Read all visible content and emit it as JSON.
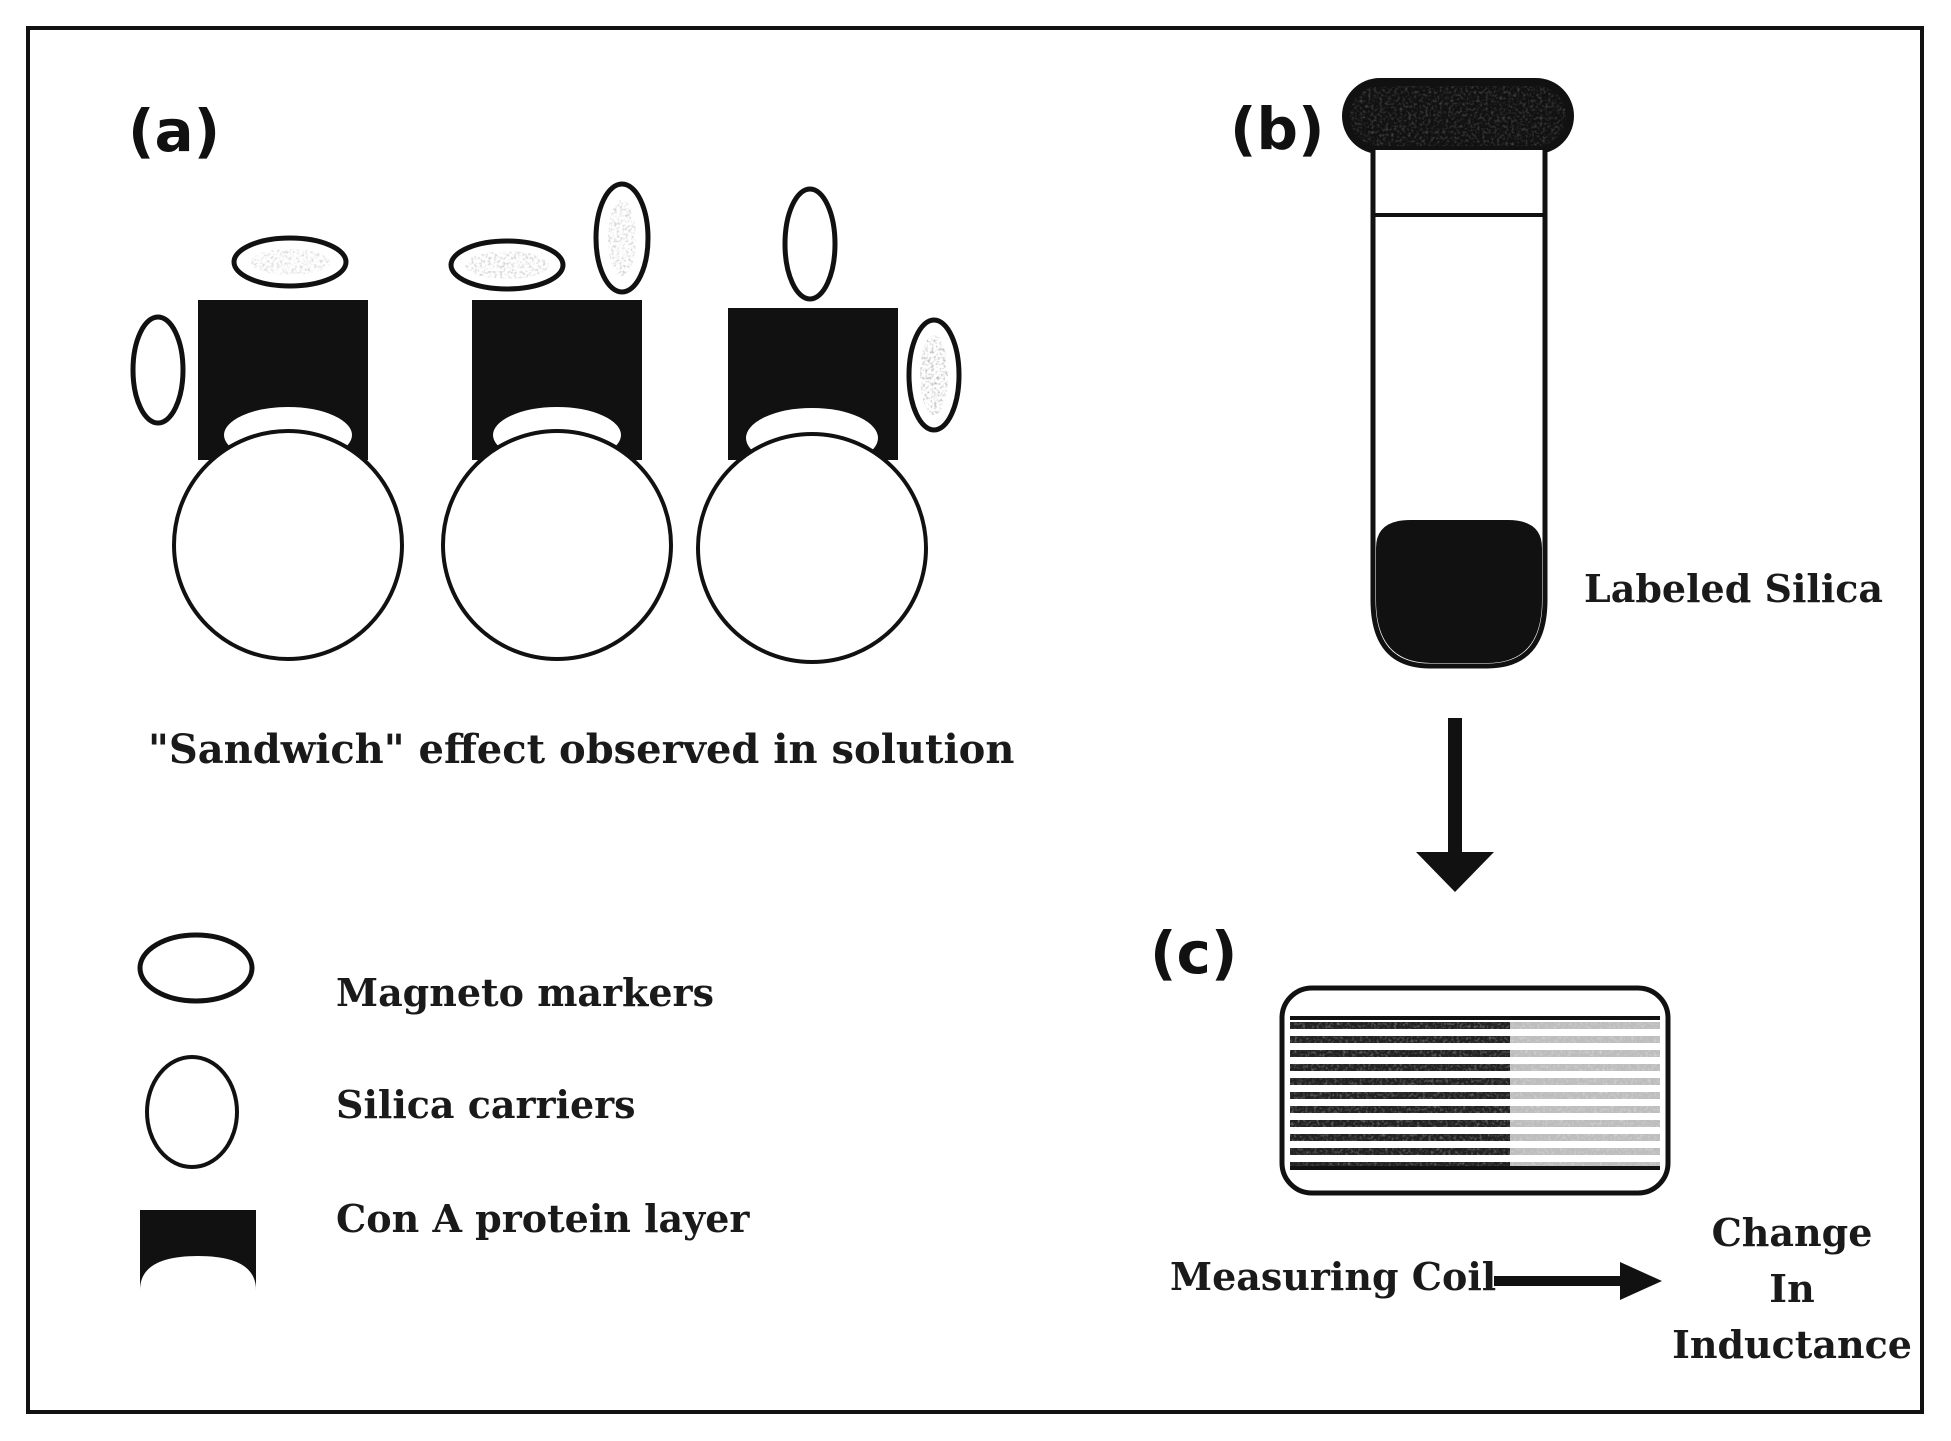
{
  "panels": {
    "a": {
      "label": "(a)",
      "caption": "\"Sandwich\" effect observed in solution"
    },
    "b": {
      "label": "(b)",
      "tube_label": "Labeled Silica"
    },
    "c": {
      "label": "(c)",
      "input_label": "Measuring Coil",
      "output_label_line1": "Change",
      "output_label_line2": "In",
      "output_label_line3": "Inductance"
    }
  },
  "legend": {
    "items": [
      {
        "icon": "magneto-marker-icon",
        "label": "Magneto markers"
      },
      {
        "icon": "silica-carrier-icon",
        "label": "Silica carriers"
      },
      {
        "icon": "con-a-protein-layer-icon",
        "label": "Con A protein layer"
      }
    ]
  },
  "colors": {
    "ink": "#111111",
    "background": "#ffffff"
  }
}
